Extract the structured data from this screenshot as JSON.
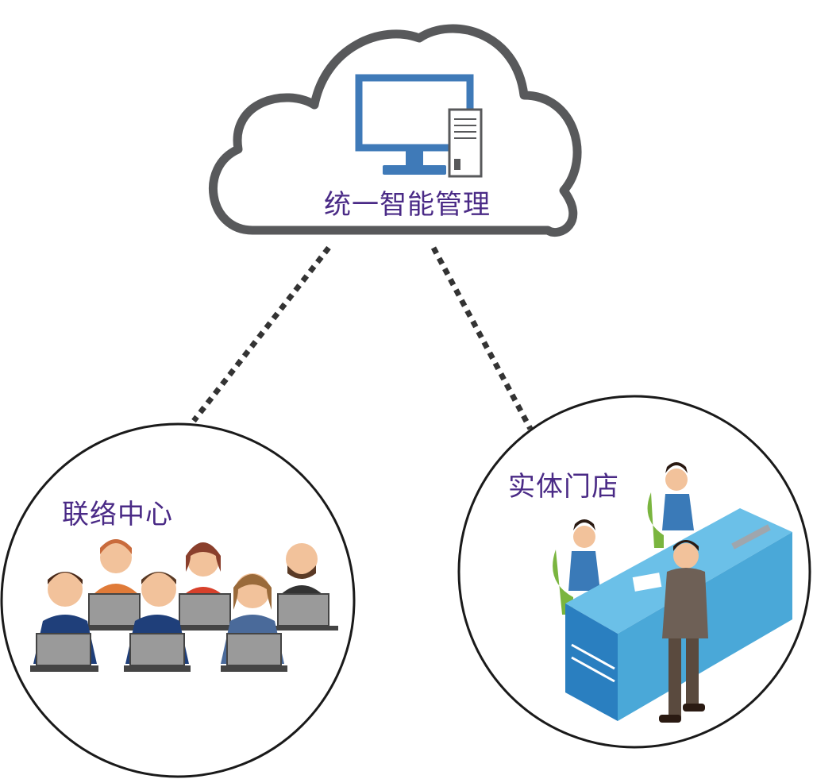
{
  "cloud": {
    "label": "统一智能管理",
    "icon": "desktop-computer-with-server-icon"
  },
  "nodes": [
    {
      "label": "联络中心",
      "illustration": "call-center-agents-with-headsets"
    },
    {
      "label": "实体门店",
      "illustration": "store-service-counter-with-customer"
    }
  ],
  "connectors": {
    "style": "dotted"
  },
  "colors": {
    "outline": "#58595b",
    "label": "#4a2a86",
    "monitor": "#3f7ab8",
    "counter": "#4aa8d8",
    "agent_suit": "#1f3f7a",
    "laptop": "#9a9a9a",
    "staff_chair": "#7ab53f"
  }
}
